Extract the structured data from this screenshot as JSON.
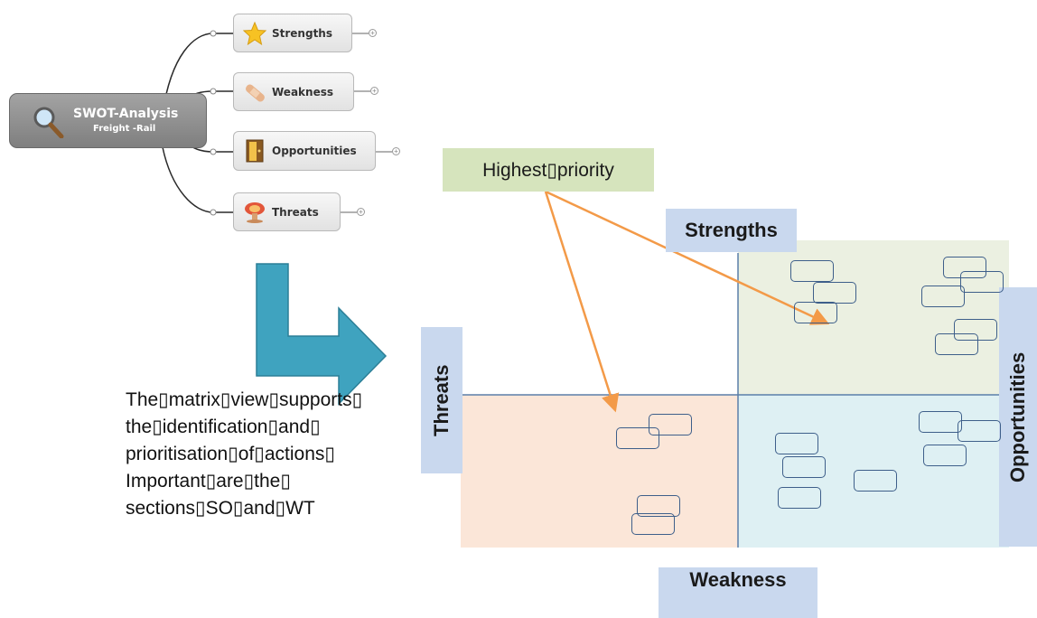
{
  "mindmap": {
    "root_title": "SWOT-Analysis",
    "root_subtitle": "Freight -Rail",
    "root_icon": "magnifier-icon",
    "branches": [
      {
        "label": "Strengths",
        "icon": "star-icon"
      },
      {
        "label": "Weakness",
        "icon": "bandage-icon"
      },
      {
        "label": "Opportunities",
        "icon": "door-icon"
      },
      {
        "label": "Threats",
        "icon": "explosion-icon"
      }
    ]
  },
  "matrix": {
    "top_label": "Strengths",
    "bottom_label": "Weakness",
    "left_label": "Threats",
    "right_label": "Opportunities",
    "priority_label": "Highest▯priority"
  },
  "description": {
    "lines": [
      "The▯matrix▯view▯supports▯",
      "the▯identification▯and▯",
      "prioritisation▯of▯actions▯",
      "Important▯are▯the▯",
      "sections▯SO▯and▯WT"
    ]
  },
  "colors": {
    "quad_so": "#ebf0e1",
    "quad_wt": "#fbe6d8",
    "quad_wo": "#def0f3",
    "quad_st": "#ffffff",
    "axis": "#5b7fa9",
    "arrow_orange": "#f39a48",
    "big_arrow": "#3fa3bf",
    "header_bg": "#c9d8ee",
    "priority_bg": "#d6e4bd"
  }
}
